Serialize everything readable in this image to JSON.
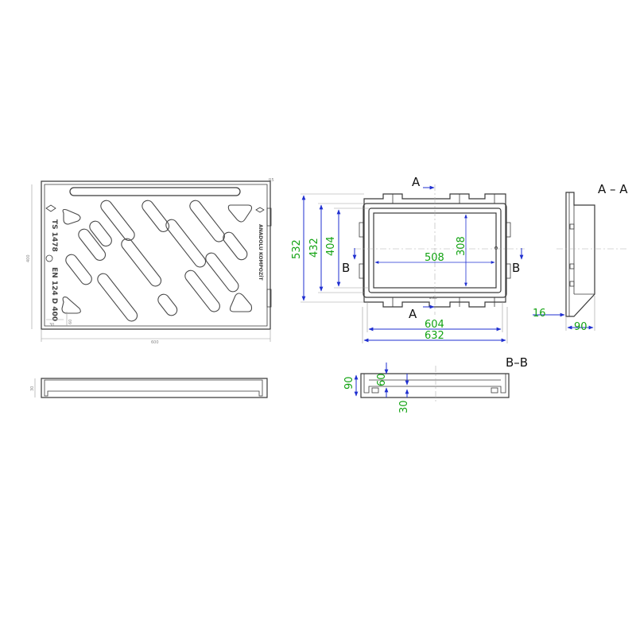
{
  "grate": {
    "dim_total_width": "600",
    "dim_total_height": "400",
    "dim_corner": "R5",
    "dim_small_a": "30",
    "dim_small_b": "60",
    "emboss_left": "TS 1478",
    "emboss_right": "EN 124 D 400",
    "emboss_brand": "ANADOLU KOMPOZİT"
  },
  "frame": {
    "dim_outer_width": "632",
    "dim_inner_width": "604",
    "dim_clear_width": "508",
    "dim_outer_height": "532",
    "dim_mid_height": "432",
    "dim_inner_height": "404",
    "dim_clear_height": "308",
    "stamp": "anko"
  },
  "section_labels": {
    "a_top": "A",
    "a_bottom": "A",
    "b_left": "B",
    "b_right": "B"
  },
  "section_aa": {
    "title": "A – A",
    "dim_flange": "16",
    "dim_depth": "90"
  },
  "section_bb": {
    "title": "B–B",
    "dim_height": "90",
    "dim_inner": "60",
    "dim_lip": "30"
  },
  "grate_side": {
    "dim_height": "30"
  }
}
